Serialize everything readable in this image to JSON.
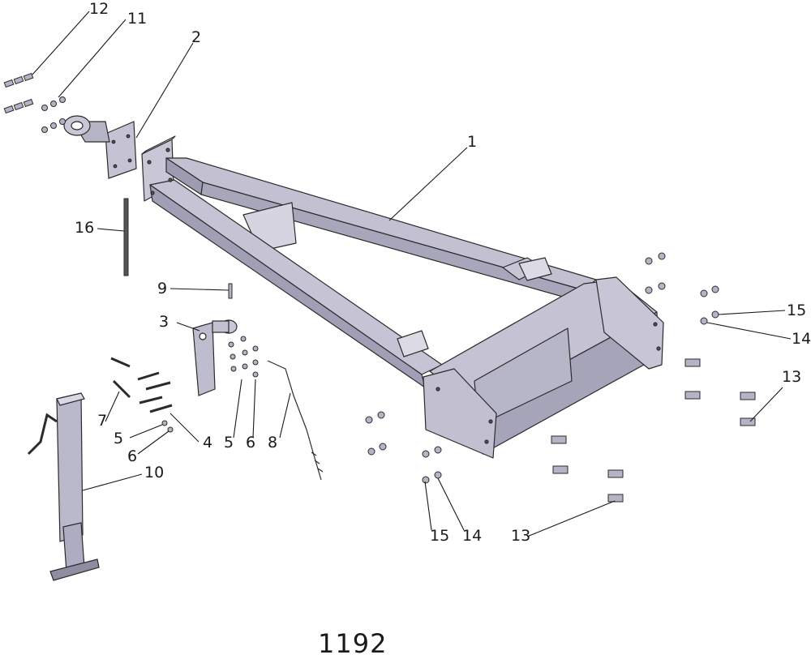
{
  "drawing_number": "1192",
  "colors": {
    "part_fill": "#b9b7c8",
    "part_light": "#d8d6e2",
    "part_dark": "#8f8da2",
    "edge": "#2b2b2b",
    "leader": "#1a1a1a"
  },
  "callouts": [
    {
      "id": "c1",
      "label": "1"
    },
    {
      "id": "c2",
      "label": "2"
    },
    {
      "id": "c3",
      "label": "3"
    },
    {
      "id": "c4",
      "label": "4"
    },
    {
      "id": "c5a",
      "label": "5"
    },
    {
      "id": "c5b",
      "label": "5"
    },
    {
      "id": "c6a",
      "label": "6"
    },
    {
      "id": "c6b",
      "label": "6"
    },
    {
      "id": "c7",
      "label": "7"
    },
    {
      "id": "c8",
      "label": "8"
    },
    {
      "id": "c9",
      "label": "9"
    },
    {
      "id": "c10",
      "label": "10"
    },
    {
      "id": "c11",
      "label": "11"
    },
    {
      "id": "c12",
      "label": "12"
    },
    {
      "id": "c13a",
      "label": "13"
    },
    {
      "id": "c13b",
      "label": "13"
    },
    {
      "id": "c14a",
      "label": "14"
    },
    {
      "id": "c14b",
      "label": "14"
    },
    {
      "id": "c15a",
      "label": "15"
    },
    {
      "id": "c15b",
      "label": "15"
    },
    {
      "id": "c16",
      "label": "16"
    }
  ]
}
